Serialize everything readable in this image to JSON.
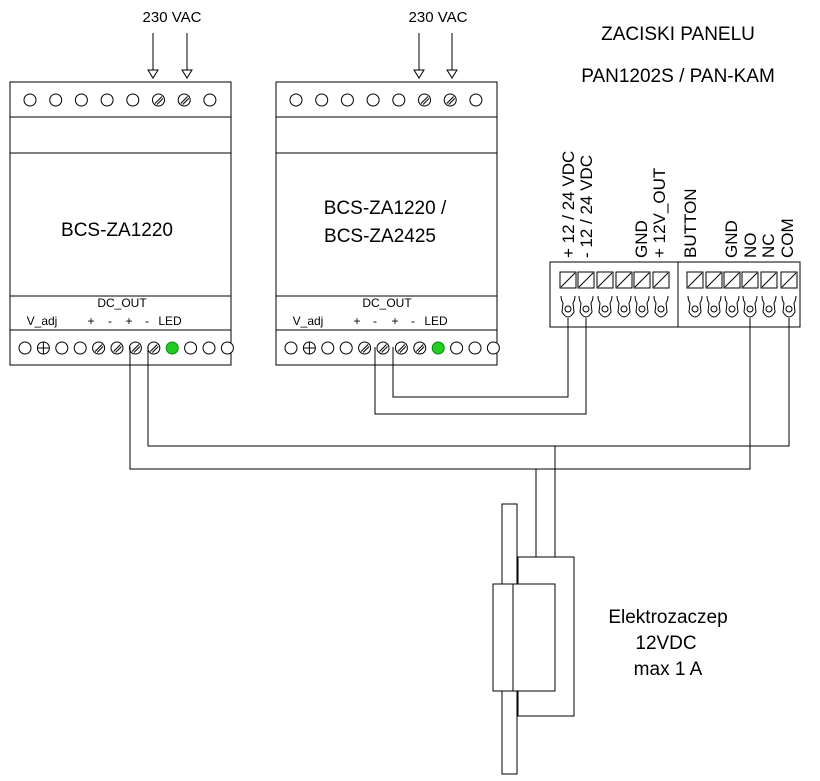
{
  "colors": {
    "line": "#000000",
    "led": "#22cc22",
    "background": "#ffffff"
  },
  "supply_labels": {
    "left": "230 VAC",
    "right": "230 VAC"
  },
  "module1": {
    "name": "BCS-ZA1220",
    "dc_out": "DC_OUT",
    "v_adj": "V_adj",
    "polarity": [
      "+",
      "-",
      "+",
      "-"
    ],
    "led": "LED"
  },
  "module2": {
    "name_line1": "BCS-ZA1220 /",
    "name_line2": "BCS-ZA2425",
    "dc_out": "DC_OUT",
    "v_adj": "V_adj",
    "polarity": [
      "+",
      "-",
      "+",
      "-"
    ],
    "led": "LED"
  },
  "panel": {
    "title_line1": "ZACISKI PANELU",
    "title_line2": "PAN1202S / PAN-KAM",
    "terminals": [
      "+ 12 / 24 VDC",
      "- 12 / 24 VDC",
      "GND",
      "+ 12V_OUT",
      "BUTTON",
      "GND",
      "NO",
      "NC",
      "COM"
    ]
  },
  "strike": {
    "line1": "Elektrozaczep",
    "line2": "12VDC",
    "line3": "max 1 A"
  }
}
